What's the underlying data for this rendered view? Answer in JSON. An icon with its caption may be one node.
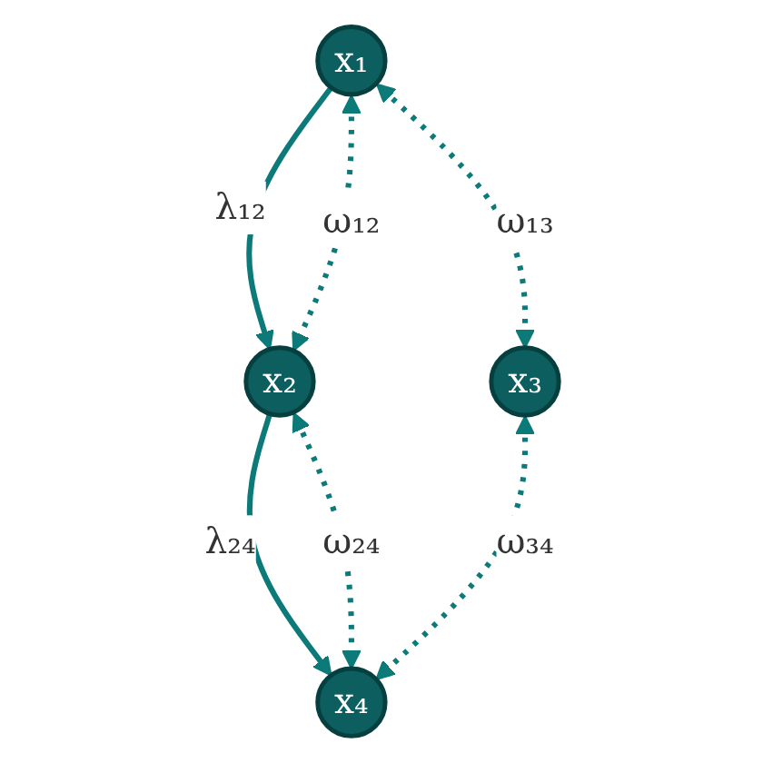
{
  "diagram": {
    "nodes": [
      {
        "text": [
          "x₁"
        ]
      },
      {
        "text": [
          "x₂"
        ]
      },
      {
        "text": [
          "x₃"
        ]
      },
      {
        "text": [
          "x₄"
        ]
      }
    ],
    "edges": [
      {
        "from": 0,
        "to": 1,
        "arrow": "to",
        "label": "λ₁₂"
      },
      {
        "from": 1,
        "to": 3,
        "arrow": "to",
        "label": "λ₂₄"
      },
      {
        "from": 0,
        "to": 1,
        "arrow": "both",
        "label": "ω₁₂",
        "style": "dashed"
      },
      {
        "from": 1,
        "to": 3,
        "arrow": "both",
        "label": "ω₂₄",
        "style": "dashed"
      },
      {
        "from": 0,
        "to": 2,
        "arrow": "both",
        "label": "ω₁₃",
        "style": "dashed"
      },
      {
        "from": 2,
        "to": 3,
        "arrow": "both",
        "label": "ω₃₄",
        "style": "dashed"
      }
    ]
  }
}
